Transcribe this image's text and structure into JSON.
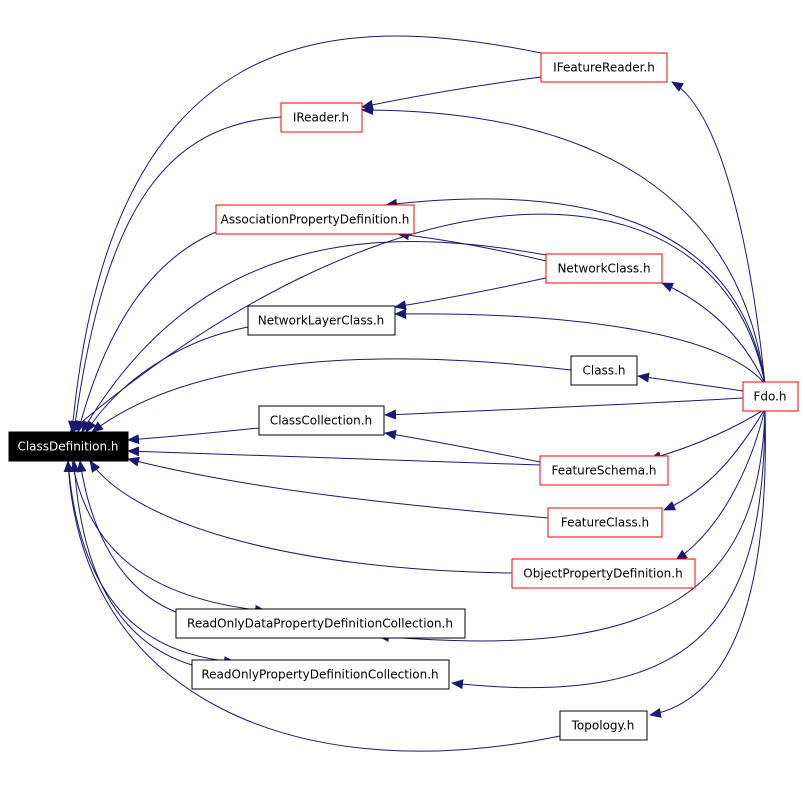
{
  "colors": {
    "edge": "#191970",
    "arrowhead": "#191970",
    "node_border_default": "#000000",
    "node_border_red": "#ff0000",
    "focus_fill": "#000000",
    "focus_text": "#ffffff"
  },
  "nodes": [
    {
      "id": "classdef",
      "label": "ClassDefinition.h",
      "style": "focus"
    },
    {
      "id": "ifeature",
      "label": "IFeatureReader.h",
      "style": "red"
    },
    {
      "id": "ireader",
      "label": "IReader.h",
      "style": "red"
    },
    {
      "id": "assoc",
      "label": "AssociationPropertyDefinition.h",
      "style": "red"
    },
    {
      "id": "netclass",
      "label": "NetworkClass.h",
      "style": "red"
    },
    {
      "id": "netlayer",
      "label": "NetworkLayerClass.h",
      "style": "black"
    },
    {
      "id": "class",
      "label": "Class.h",
      "style": "black"
    },
    {
      "id": "fdo",
      "label": "Fdo.h",
      "style": "red"
    },
    {
      "id": "classcoll",
      "label": "ClassCollection.h",
      "style": "black"
    },
    {
      "id": "featschema",
      "label": "FeatureSchema.h",
      "style": "red"
    },
    {
      "id": "featclass",
      "label": "FeatureClass.h",
      "style": "red"
    },
    {
      "id": "objprop",
      "label": "ObjectPropertyDefinition.h",
      "style": "red"
    },
    {
      "id": "rodata",
      "label": "ReadOnlyDataPropertyDefinitionCollection.h",
      "style": "black"
    },
    {
      "id": "roprop",
      "label": "ReadOnlyPropertyDefinitionCollection.h",
      "style": "black"
    },
    {
      "id": "topology",
      "label": "Topology.h",
      "style": "black"
    }
  ],
  "edges": [
    {
      "from": "ifeature",
      "to": "classdef"
    },
    {
      "from": "ifeature",
      "to": "ireader"
    },
    {
      "from": "ireader",
      "to": "classdef"
    },
    {
      "from": "assoc",
      "to": "classdef"
    },
    {
      "from": "netclass",
      "to": "classdef"
    },
    {
      "from": "netclass",
      "to": "assoc"
    },
    {
      "from": "netclass",
      "to": "netlayer"
    },
    {
      "from": "netlayer",
      "to": "classdef"
    },
    {
      "from": "class",
      "to": "classdef"
    },
    {
      "from": "classcoll",
      "to": "classdef"
    },
    {
      "from": "featschema",
      "to": "classcoll"
    },
    {
      "from": "featschema",
      "to": "classdef"
    },
    {
      "from": "featclass",
      "to": "classdef"
    },
    {
      "from": "objprop",
      "to": "classdef"
    },
    {
      "from": "rodata",
      "to": "classdef"
    },
    {
      "from": "roprop",
      "to": "classdef"
    },
    {
      "from": "topology",
      "to": "classdef"
    },
    {
      "from": "fdo",
      "to": "classdef"
    },
    {
      "from": "fdo",
      "to": "ifeature"
    },
    {
      "from": "fdo",
      "to": "ireader"
    },
    {
      "from": "fdo",
      "to": "assoc"
    },
    {
      "from": "fdo",
      "to": "netclass"
    },
    {
      "from": "fdo",
      "to": "netlayer"
    },
    {
      "from": "fdo",
      "to": "class"
    },
    {
      "from": "fdo",
      "to": "classcoll"
    },
    {
      "from": "fdo",
      "to": "featschema"
    },
    {
      "from": "fdo",
      "to": "featclass"
    },
    {
      "from": "fdo",
      "to": "objprop"
    },
    {
      "from": "fdo",
      "to": "rodata"
    },
    {
      "from": "fdo",
      "to": "roprop"
    },
    {
      "from": "fdo",
      "to": "topology"
    }
  ]
}
